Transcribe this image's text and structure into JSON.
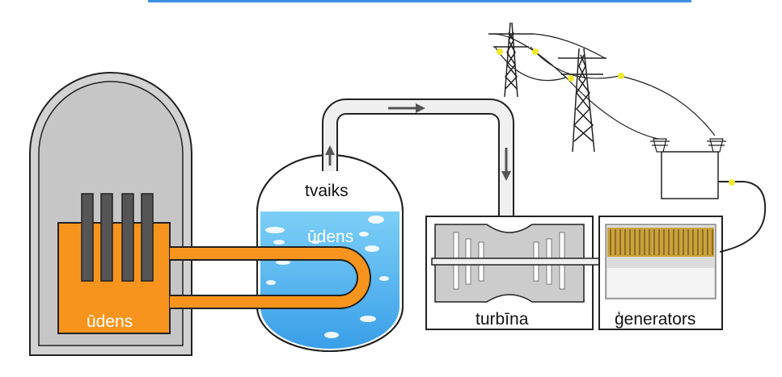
{
  "labels": {
    "reactor_water": "ūdens",
    "generator_water": "ūdens",
    "steam": "tvaiks",
    "turbine": "turbīna",
    "generator": "ģenerators"
  },
  "colors": {
    "top_rule": "#3d8fe6",
    "containment": "#c8c8c8",
    "reactor_water": "#f7941d",
    "control_rods": "#555555",
    "generator_water": "#59b6f2",
    "pipe": "#f0f0f0",
    "turbine_casing": "#cccccc",
    "generator_coil": "#c9a23e",
    "insulator_light": "#f2ea2e"
  },
  "icons": {
    "power_pylons": "pylon-icon",
    "flow_arrows": "arrow-icon"
  }
}
